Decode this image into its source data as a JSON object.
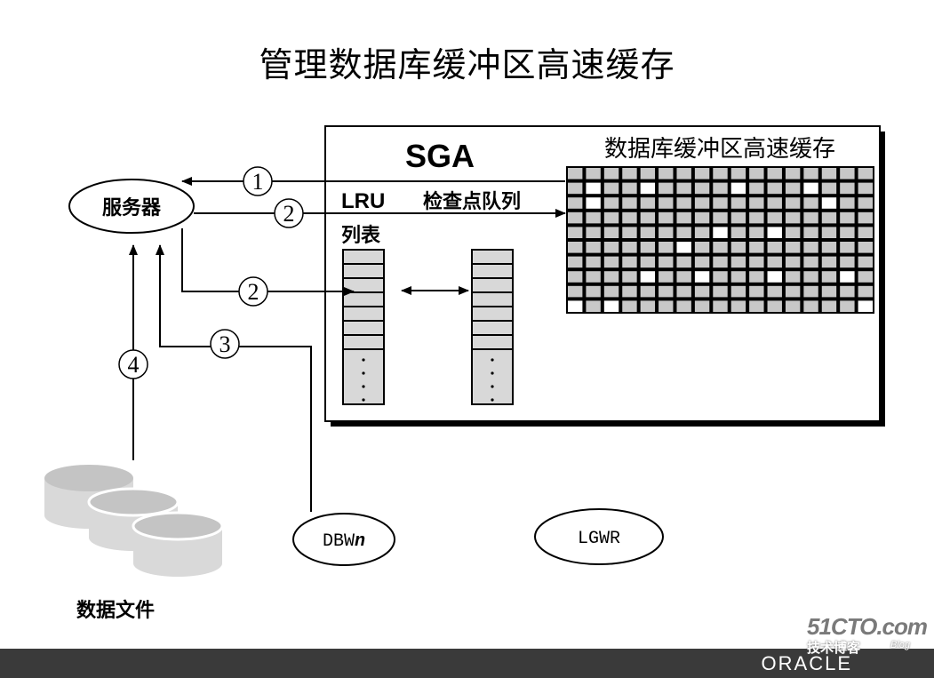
{
  "title": "管理数据库缓冲区高速缓存",
  "sga": {
    "label": "SGA",
    "cache_label": "数据库缓冲区高速缓存",
    "lru_label_line1": "LRU",
    "lru_label_line2": "列表",
    "checkpoint_label": "检查点队列"
  },
  "server_label": "服务器",
  "datafiles_label": "数据文件",
  "processes": {
    "dbwn_base": "DBW",
    "dbwn_suffix": "n",
    "lgwr": "LGWR"
  },
  "steps": {
    "one": "1",
    "two": "2",
    "three": "3",
    "four": "4"
  },
  "footer": {
    "brand": "ORACLE"
  },
  "watermark": {
    "site": "51CTO.com",
    "sub": "技术博客",
    "blog": "Blog"
  }
}
